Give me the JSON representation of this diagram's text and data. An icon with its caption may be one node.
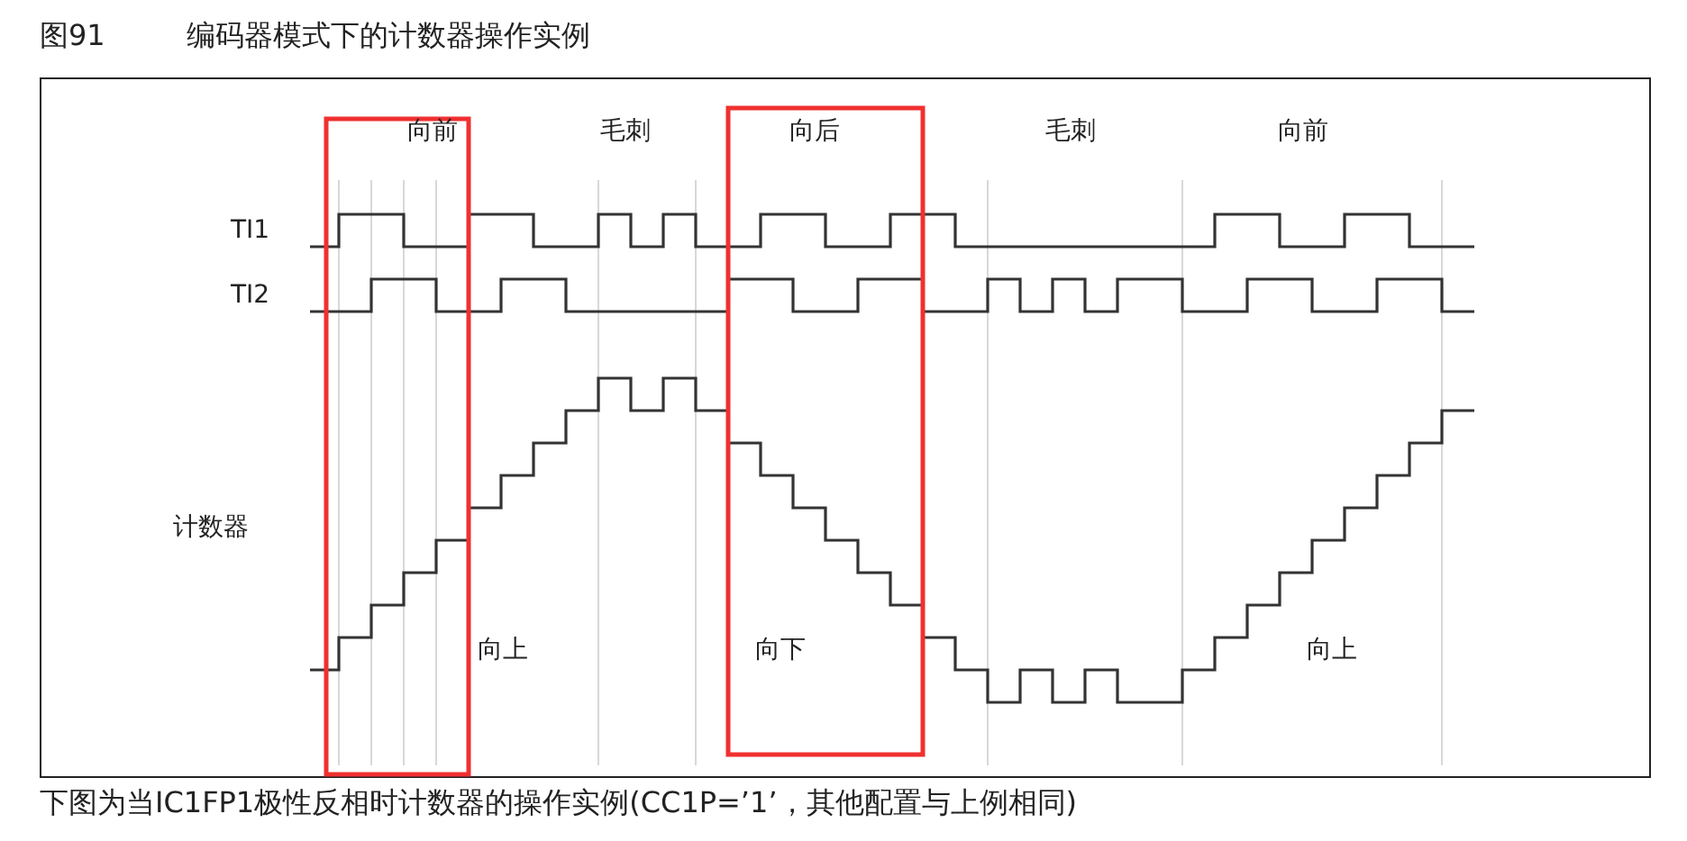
{
  "diagram": {
    "title": "图91 编码器模式下的计数器操作实例",
    "caption": "下图为当IC1FP1极性反相时计数器的操作实例(CC1P=’1’，其他配置与上例相同)",
    "labels": [
      "向前",
      "毛刺",
      "向后",
      "毛刺",
      "向前",
      "TI1",
      "TI2",
      "计数器",
      "向上",
      "向下",
      "向上"
    ]
  }
}
